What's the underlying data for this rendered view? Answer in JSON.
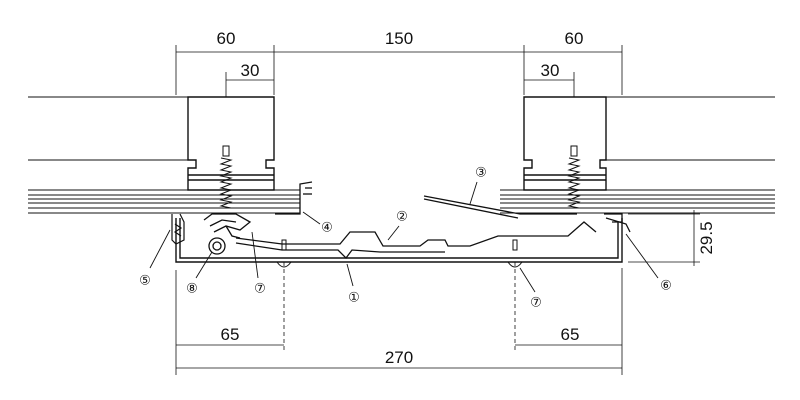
{
  "dimensions": {
    "top_left": "60",
    "top_center": "150",
    "top_right": "60",
    "inner_left": "30",
    "inner_right": "30",
    "bottom_left": "65",
    "bottom_right": "65",
    "overall": "270",
    "side_height": "29.5"
  },
  "callouts": {
    "c1": "①",
    "c2": "②",
    "c3": "③",
    "c4": "④",
    "c5": "⑤",
    "c6": "⑥",
    "c7a": "⑦",
    "c7b": "⑦",
    "c8": "⑧"
  }
}
